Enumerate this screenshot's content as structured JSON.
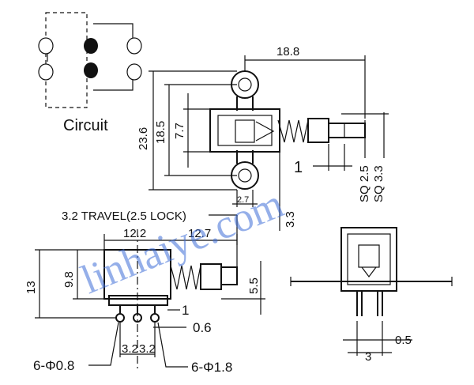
{
  "circuit": {
    "label": "Circuit"
  },
  "top_view": {
    "dims": {
      "length": "18.8",
      "height_total": "23.6",
      "height_body": "18.5",
      "height_inner": "7.7",
      "pin_pitch": "1",
      "sq_small": "SQ 2.5",
      "sq_large": "SQ 3.3",
      "tab_width": "2.7",
      "offset": "3.3"
    }
  },
  "side_view": {
    "travel_label": "3.2 TRAVEL(2.5 LOCK)",
    "dims": {
      "width_left": "12.2",
      "width_right": "12.7",
      "height_total": "13",
      "height_body": "9.8",
      "plunger_height": "5.5",
      "pin_offset": "1",
      "pin_thickness": "0.6",
      "pitch_a": "3.2",
      "pitch_b": "3.2",
      "pin_small": "6-Φ0.8",
      "pin_large": "6-Φ1.8"
    }
  },
  "front_view": {
    "dims": {
      "width": "3",
      "thickness": "0.5"
    }
  },
  "watermark": {
    "text": "linhaiye.com"
  },
  "colors": {
    "line": "#111111",
    "watermark": "#3f6fd8",
    "background": "#ffffff"
  }
}
